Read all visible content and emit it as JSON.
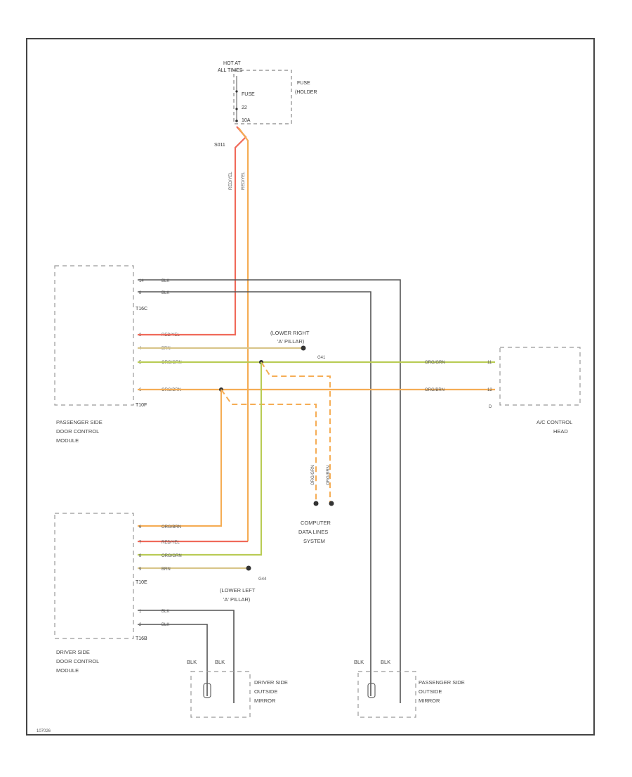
{
  "diagram": {
    "id": "107026",
    "hot_at": [
      "HOT AT",
      "ALL TIMES"
    ],
    "fuse_holder": [
      "FUSE",
      "(HOLDER"
    ],
    "fuse": [
      "FUSE",
      "22",
      "10A"
    ],
    "splice_top": "S011",
    "top_wire_colors": [
      "RED/YEL",
      "RED/YEL"
    ],
    "pass_module": {
      "label": [
        "PASSENGER SIDE",
        "DOOR CONTROL",
        "MODULE"
      ],
      "conn_top": "T16C",
      "conn_bottom": "T10F",
      "pins": [
        "14",
        "8",
        "3",
        "4",
        "5",
        "6"
      ],
      "wires": [
        "BLK",
        "BLK",
        "RED/YEL",
        "BRN",
        "ORG/GRN",
        "ORG/BRN"
      ]
    },
    "ground_right": {
      "label": [
        "(LOWER RIGHT",
        "'A' PILLAR)"
      ],
      "id": "G41"
    },
    "ac_head": {
      "label": [
        "A/C CONTROL",
        "HEAD"
      ],
      "wires": [
        "ORG/GRN",
        "ORG/BRN"
      ],
      "pins": [
        "11",
        "12"
      ],
      "conn": "D"
    },
    "computer": {
      "label": [
        "COMPUTER",
        "DATA LINES",
        "SYSTEM"
      ],
      "wires": [
        "ORG/GRN",
        "ORG/BRN"
      ]
    },
    "driver_module": {
      "label": [
        "DRIVER SIDE",
        "DOOR CONTROL",
        "MODULE"
      ],
      "conn_a": "T10E",
      "conn_b": "T16B",
      "pins": [
        "6",
        "7",
        "8",
        "9",
        "1",
        "2"
      ],
      "wires": [
        "ORG/BRN",
        "RED/YEL",
        "ORG/GRN",
        "BRN",
        "BLK",
        "BLK"
      ]
    },
    "ground_left": {
      "label": [
        "(LOWER LEFT",
        "'A' PILLAR)"
      ],
      "id": "G44"
    },
    "driver_mirror": {
      "label": [
        "DRIVER SIDE",
        "OUTSIDE",
        "MIRROR"
      ],
      "wires": [
        "BLK",
        "BLK"
      ]
    },
    "pass_mirror": {
      "label": [
        "PASSENGER SIDE",
        "OUTSIDE",
        "MIRROR"
      ],
      "wires": [
        "BLK",
        "BLK"
      ]
    },
    "colors": {
      "red_yel": "#f06a5a",
      "org": "#f5ad55",
      "org_grn": "#b9cc55",
      "brn": "#d8c58a",
      "blk": "#555555"
    }
  }
}
